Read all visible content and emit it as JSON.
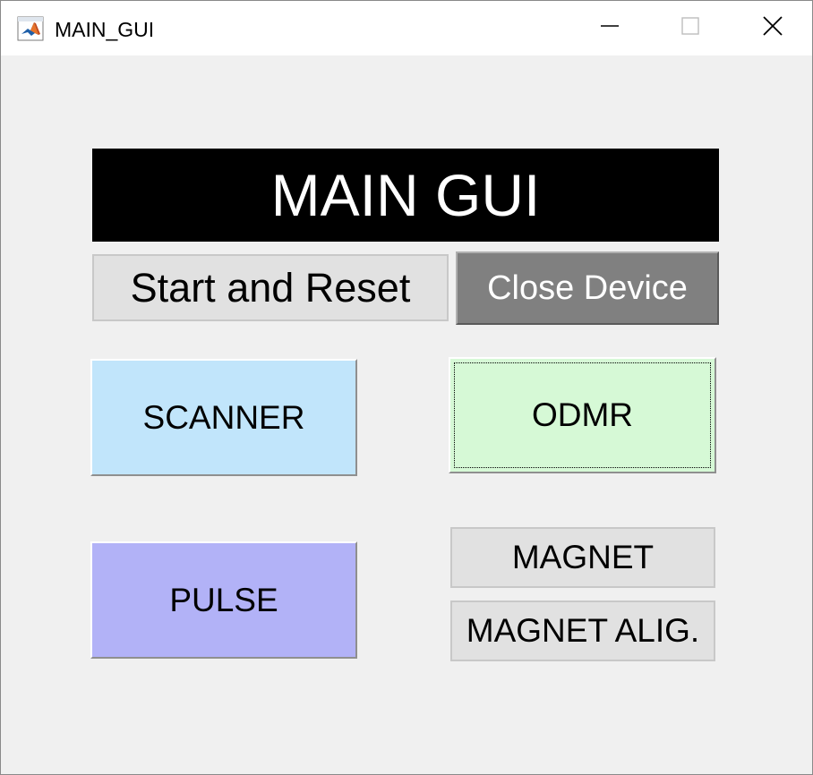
{
  "window": {
    "title": "MAIN_GUI",
    "icon": "matlab-icon",
    "controls": {
      "minimize_icon": "minimize-icon",
      "maximize_icon": "maximize-icon",
      "close_icon": "close-icon"
    }
  },
  "main": {
    "banner_title": "MAIN GUI",
    "buttons": {
      "start_reset": "Start and Reset",
      "close_device": "Close Device",
      "scanner": "SCANNER",
      "odmr": "ODMR",
      "pulse": "PULSE",
      "magnet": "MAGNET",
      "magnet_alig": "MAGNET ALIG."
    }
  },
  "colors": {
    "background": "#f0f0f0",
    "banner_bg": "#000000",
    "banner_text": "#ffffff",
    "close_device_bg": "#808080",
    "scanner_bg": "#c1e5fb",
    "odmr_bg": "#d6f9d6",
    "pulse_bg": "#b2b2f7",
    "neutral_button_bg": "#e1e1e1"
  }
}
